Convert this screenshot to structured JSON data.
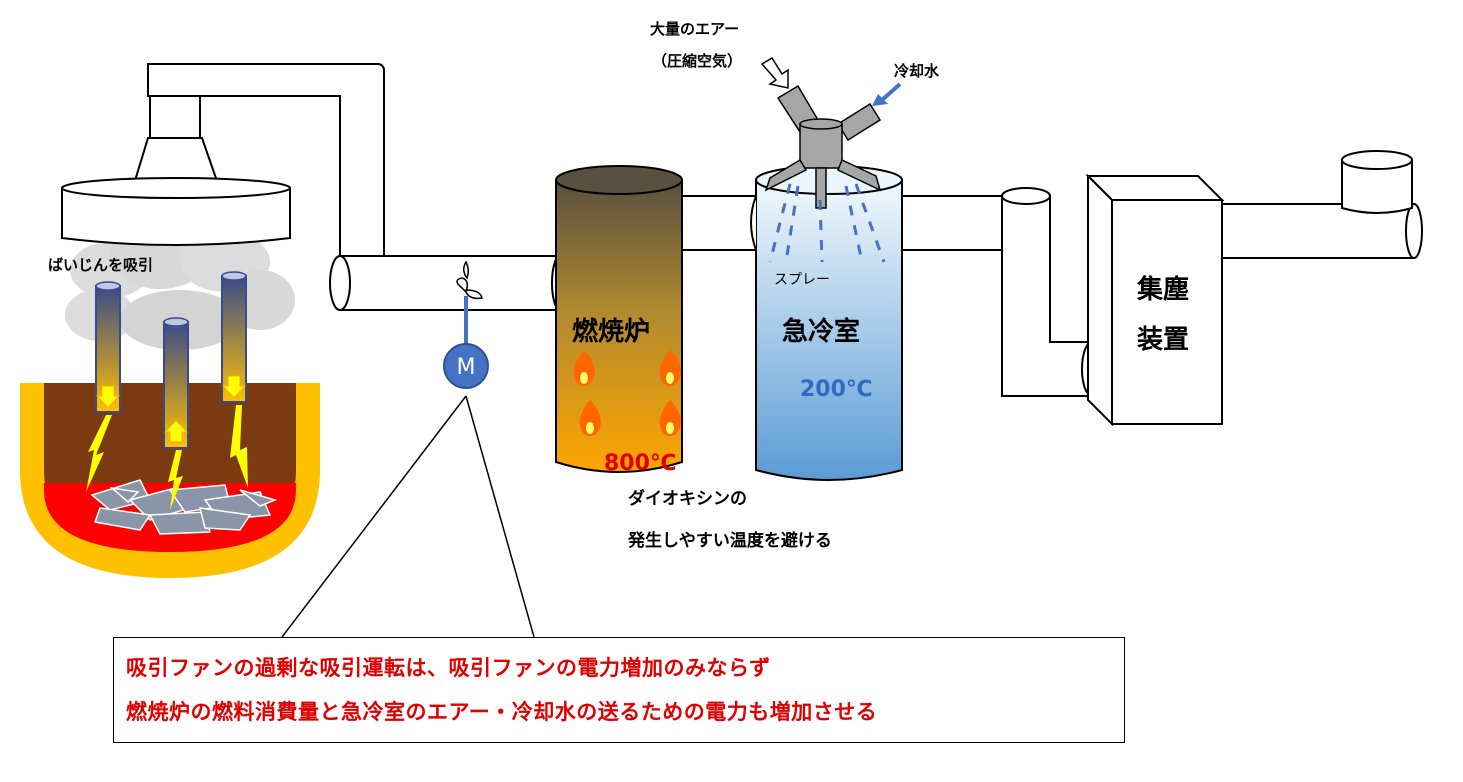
{
  "labels": {
    "dust_suction": "ばいじんを吸引",
    "motor": "M",
    "incinerator": "燃焼炉",
    "incinerator_temp": "800℃",
    "quench": "急冷室",
    "quench_temp": "200℃",
    "spray": "スプレー",
    "air_line1": "大量のエアー",
    "air_line2": "（圧縮空気）",
    "cooling_water": "冷却水",
    "dioxin_line1": "ダイオキシンの",
    "dioxin_line2": "発生しやすい温度を避ける",
    "collector_line1": "集塵",
    "collector_line2": "装置"
  },
  "callout": {
    "line1": "吸引ファンの過剰な吸引運転は、吸引ファンの電力増加のみならず",
    "line2": "燃焼炉の燃料消費量と急冷室のエアー・冷却水の送るための電力も増加させる"
  },
  "colors": {
    "furnace_outer": "#ffc000",
    "slag": "#7b3a10",
    "molten": "#ff0000",
    "electrode": "#3a4a8a",
    "motor": "#4472c4",
    "incinerator_top": "#5a5040",
    "incinerator_bottom": "#ffa500",
    "quench_top": "#e8f4fb",
    "quench_bottom": "#5b9bd5",
    "callout_text": "#e00000",
    "temp_red": "#e00000",
    "temp_blue": "#2e6bbf"
  }
}
